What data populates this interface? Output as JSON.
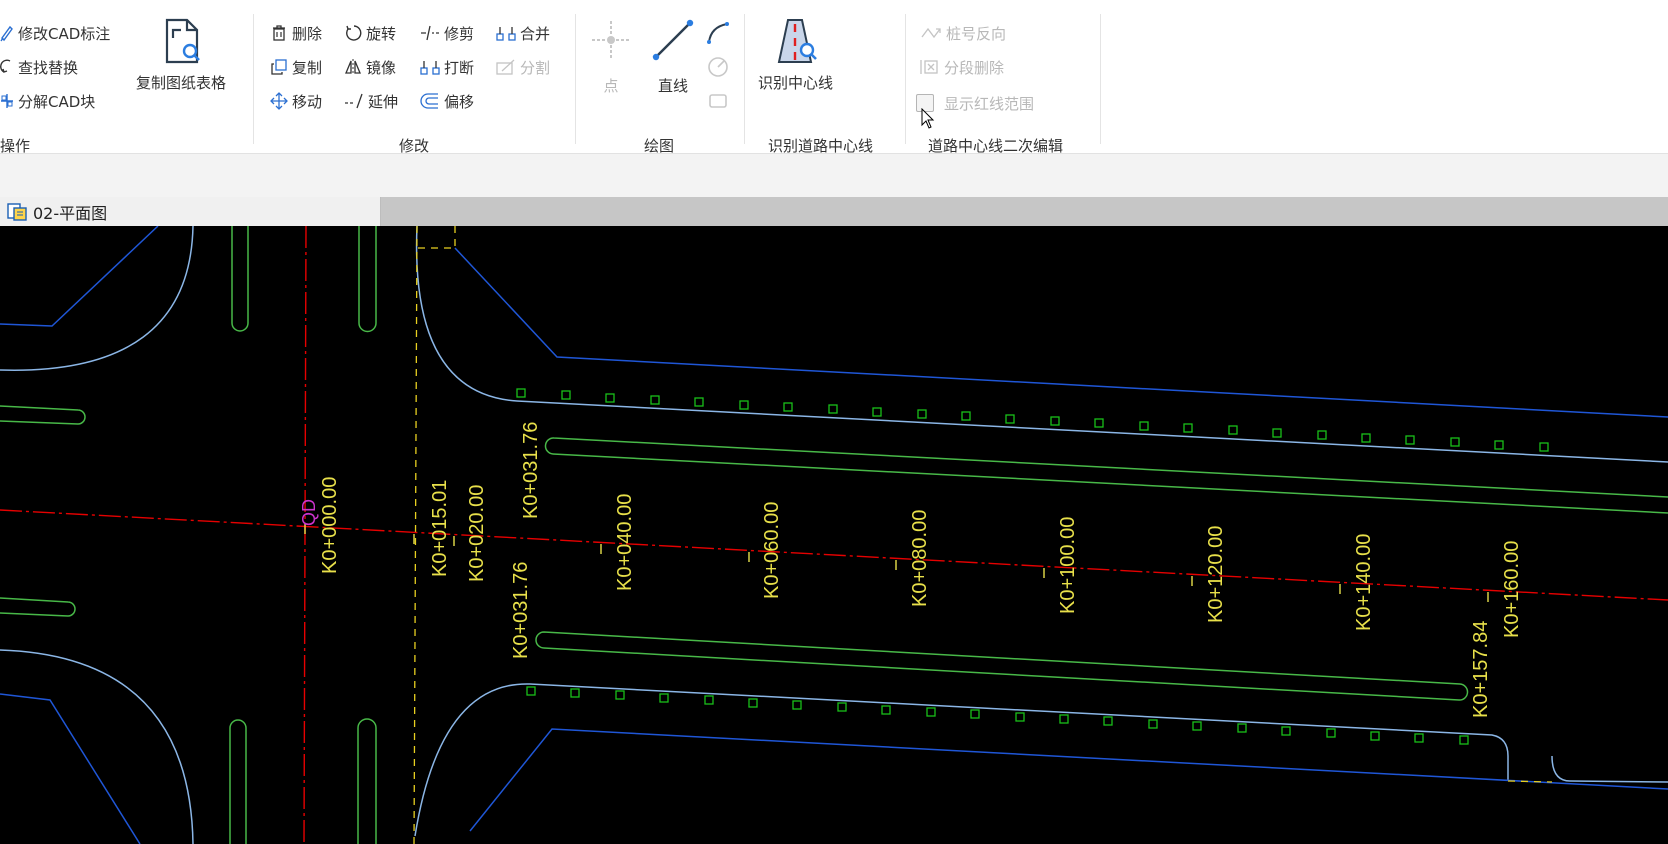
{
  "ribbon": {
    "groups": {
      "operate": {
        "label": "操作",
        "items": [
          "修改CAD标注",
          "查找替换",
          "分解CAD块"
        ],
        "copy_table": "复制图纸表格"
      },
      "modify": {
        "label": "修改",
        "items": [
          "删除",
          "复制",
          "移动",
          "旋转",
          "镜像",
          "延伸",
          "修剪",
          "打断",
          "偏移",
          "合并",
          "分割"
        ]
      },
      "draw": {
        "label": "绘图",
        "point": "点",
        "line": "直线"
      },
      "recognize": {
        "label": "识别道路中心线",
        "button": "识别中心线"
      },
      "edit2": {
        "label": "道路中心线二次编辑",
        "reverse": "桩号反向",
        "segment_delete": "分段删除",
        "show_red_line": "显示红线范围",
        "show_red_line_checked": false
      }
    }
  },
  "tab": {
    "title": "02-平面图"
  },
  "drawing": {
    "colors": {
      "background": "#000000",
      "centerline": "#e60000",
      "curb": "#1f56d6",
      "curb_curve": "#8bb6e6",
      "median": "#48b848",
      "marker": "#19c019",
      "station_text": "#e8e04a",
      "dashed": "#e8d020",
      "magenta": "#cc33cc"
    },
    "labels": {
      "station_000": "K0+000.00",
      "station_015": "K0+015.01",
      "station_020": "K0+020.00",
      "station_031_top": "K0+031.76",
      "station_031_bot": "K0+031.76",
      "station_040": "K0+040.00",
      "station_060": "K0+060.00",
      "station_080": "K0+080.00",
      "station_100": "K0+100.00",
      "station_120": "K0+120.00",
      "station_140": "K0+140.00",
      "station_157": "K0+157.84",
      "station_160": "K0+160.00",
      "qd": "QD"
    }
  }
}
